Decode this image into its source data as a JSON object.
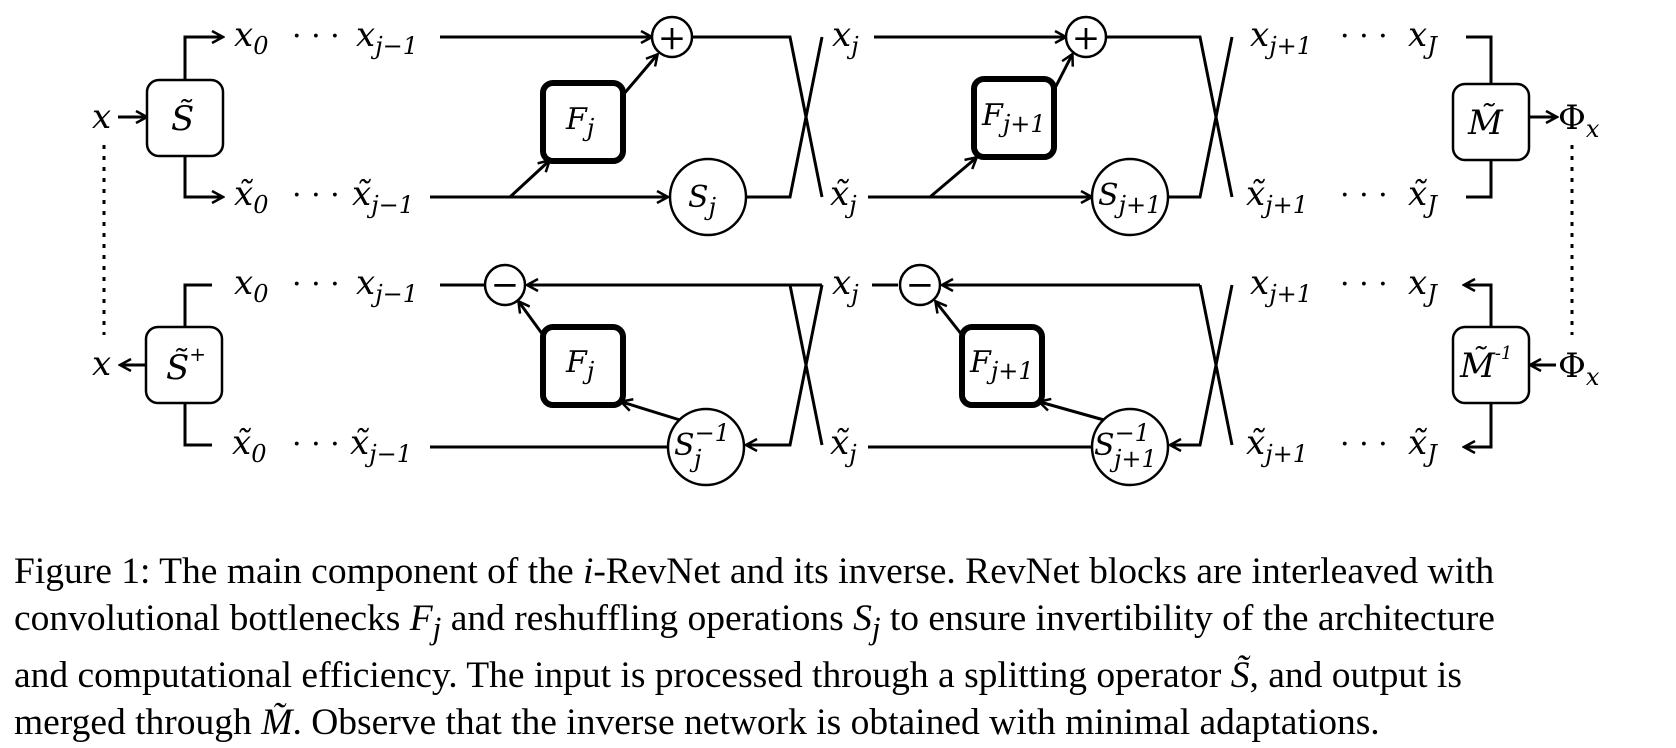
{
  "figure": {
    "nodes": {
      "input": "x",
      "input_inv": "x",
      "output": "Φ",
      "output_sub": "x",
      "output_inv": "Φ",
      "output_inv_sub": "x",
      "split": "S̃",
      "split_inv": "S̃",
      "split_inv_sup": "+",
      "merge": "M̃",
      "merge_inv": "M̃",
      "merge_inv_sup": "-1",
      "F": "F",
      "F_sub_j": "j",
      "F_sub_j1": "j+1",
      "S": "S",
      "S_sub_j": "j",
      "S_sub_j1": "j+1",
      "S_inv_sup": "−1",
      "plus": "+",
      "minus": "−"
    },
    "labels": {
      "x": "x",
      "x_tilde": "x̃",
      "sub_0": "0",
      "sub_jm1": "j−1",
      "sub_j": "j",
      "sub_j1": "j+1",
      "sub_J": "J",
      "dots": "· · ·"
    }
  },
  "caption": {
    "line1_a": "Figure 1: The main component of the ",
    "line1_i": "i",
    "line1_b": "-RevNet and its inverse. RevNet blocks are interleaved with",
    "line2_a": "convolutional bottlenecks ",
    "line2_F": "F",
    "line2_Fsub": "j",
    "line2_b": " and reshuffling operations ",
    "line2_S": "S",
    "line2_Ssub": "j",
    "line2_c": " to ensure invertibility of the architecture",
    "line3_a": "and computational efficiency.  The input is processed through a splitting operator ",
    "line3_S": "S̃",
    "line3_b": ", and output is",
    "line4_a": "merged through ",
    "line4_M": "M̃",
    "line4_b": ". Observe that the inverse network is obtained with minimal adaptations."
  }
}
